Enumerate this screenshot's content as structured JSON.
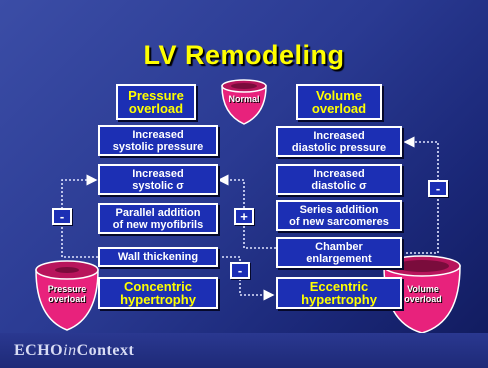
{
  "title": "LV Remodeling",
  "footer": {
    "brand_bold": "ECHO",
    "brand_italic": "in",
    "brand_rest": "Context"
  },
  "hearts": {
    "normal": "Normal",
    "pressure": [
      "Pressure",
      "overload"
    ],
    "volume": [
      "Volume",
      "overload"
    ]
  },
  "left_column": {
    "header": [
      "Pressure",
      "overload"
    ],
    "increased_systolic_pressure": [
      "Increased",
      "systolic pressure"
    ],
    "increased_systolic_stress": [
      "Increased",
      "systolic σ"
    ],
    "parallel_addition": [
      "Parallel addition",
      "of new myofibrils"
    ],
    "wall_thickening": "Wall thickening",
    "concentric_hypertrophy": [
      "Concentric",
      "hypertrophy"
    ]
  },
  "right_column": {
    "header": [
      "Volume",
      "overload"
    ],
    "increased_diastolic_pressure": [
      "Increased",
      "diastolic pressure"
    ],
    "increased_diastolic_stress": [
      "Increased",
      "diastolic σ"
    ],
    "series_addition": [
      "Series addition",
      "of new sarcomeres"
    ],
    "chamber_enlargement": [
      "Chamber",
      "enlargement"
    ],
    "eccentric_hypertrophy": [
      "Eccentric",
      "hypertrophy"
    ]
  },
  "signs": {
    "left_feedback": "-",
    "right_feedback": "-",
    "plus": "+",
    "minus_mid": "-"
  },
  "colors": {
    "box_fill": "#1c2fb4",
    "highlight_text": "#ffff00",
    "heart_pink": "#e8227c",
    "background": "#2a3a92"
  }
}
